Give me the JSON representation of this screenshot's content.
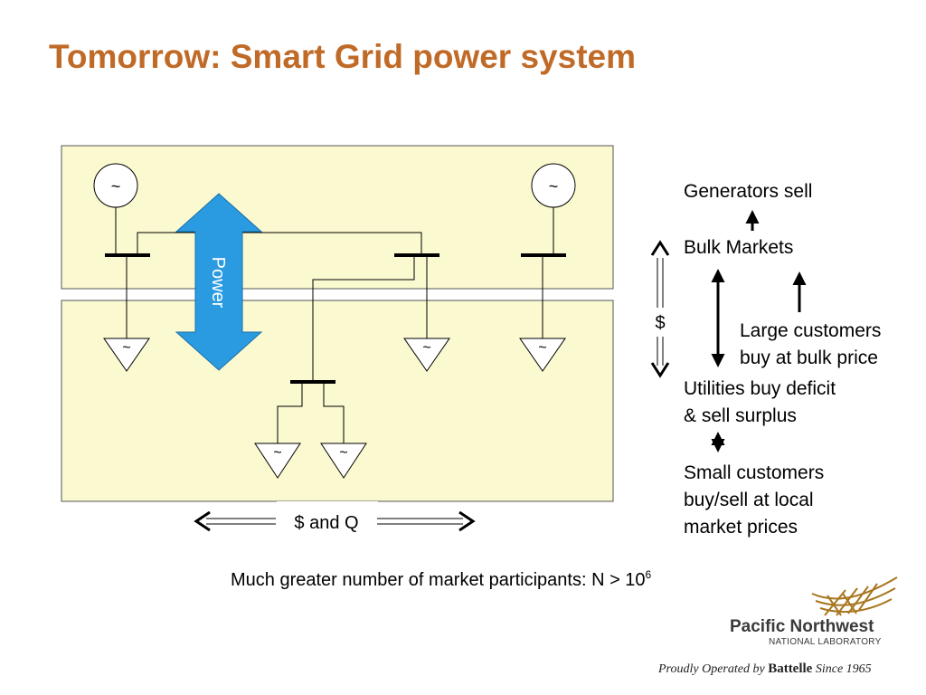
{
  "slide": {
    "title": "Tomorrow: Smart Grid power system"
  },
  "diagram": {
    "generator_symbol": "~",
    "load_symbol": "~",
    "power_arrow_label": "Power",
    "money_arrow_label": "$",
    "flow_label": "$ and Q",
    "colors": {
      "panel_fill": "#fbf9cf",
      "power_arrow": "#2a9be0",
      "title": "#c06a28"
    }
  },
  "market_hierarchy": {
    "generators": "Generators sell",
    "bulk_markets": "Bulk Markets",
    "large_customers": [
      "Large customers",
      "buy at bulk price"
    ],
    "utilities": [
      "Utilities buy deficit",
      "& sell surplus"
    ],
    "small_customers": [
      "Small customers",
      "buy/sell at local",
      "market prices"
    ]
  },
  "footnote": {
    "text": "Much greater number of market participants: N > 10",
    "exponent": "6"
  },
  "branding": {
    "logo_name": "Pacific Northwest",
    "logo_sub": "NATIONAL LABORATORY",
    "operated_by": "Proudly Operated by",
    "battelle": "Battelle",
    "since": "Since 1965"
  }
}
